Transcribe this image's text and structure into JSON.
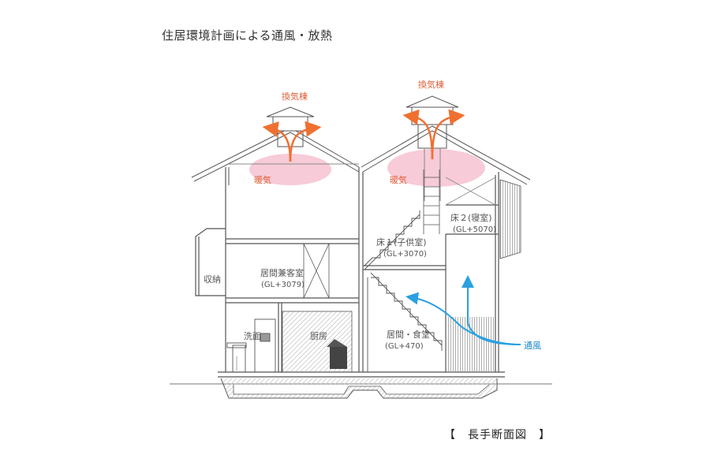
{
  "title": "住居環境計画による通風・放熱",
  "caption": "【　長手断面図　】",
  "labels": {
    "vent_left": "換気棟",
    "vent_right": "換気棟",
    "warm_left": "暖気",
    "warm_right": "暖気",
    "storage": "収納",
    "living_guest": "居間兼客室",
    "living_guest_gl": "(GL+3079)",
    "floor1": "床１(子供室)",
    "floor1_gl": "(GL+3070)",
    "floor2": "床２(寝室)",
    "floor2_gl": "(GL+5070)",
    "washroom": "洗面",
    "kitchen": "厨房",
    "living_dining": "居間・食堂",
    "living_dining_gl": "(GL+470)",
    "ventilation": "通風"
  },
  "colors": {
    "line": "#555555",
    "hatch": "#bbbbbb",
    "exhaust_arrow": "#f07030",
    "exhaust_text": "#e0603a",
    "warm_air": "#f2a8bd",
    "draft_arrow": "#2aa0e0",
    "draft_text": "#1a88c8",
    "label_text": "#555555"
  }
}
